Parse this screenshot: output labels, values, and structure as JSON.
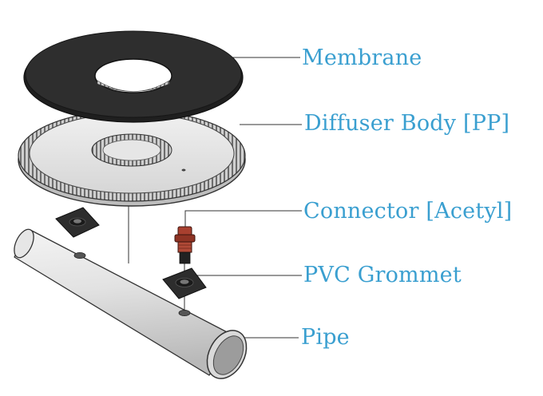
{
  "colors": {
    "label": "#3a9fd0",
    "leader": "#333333",
    "membrane": "#2b2b2b",
    "diffuser": "#e6e6e6",
    "pipe": "#dcdcdc",
    "connector": "#a8402f",
    "grommet": "#2d2d2d"
  },
  "labels": {
    "membrane": "Membrane",
    "diffuser_body": "Diffuser Body [PP]",
    "connector": "Connector [Acetyl]",
    "grommet": "PVC Grommet",
    "pipe": "Pipe"
  }
}
